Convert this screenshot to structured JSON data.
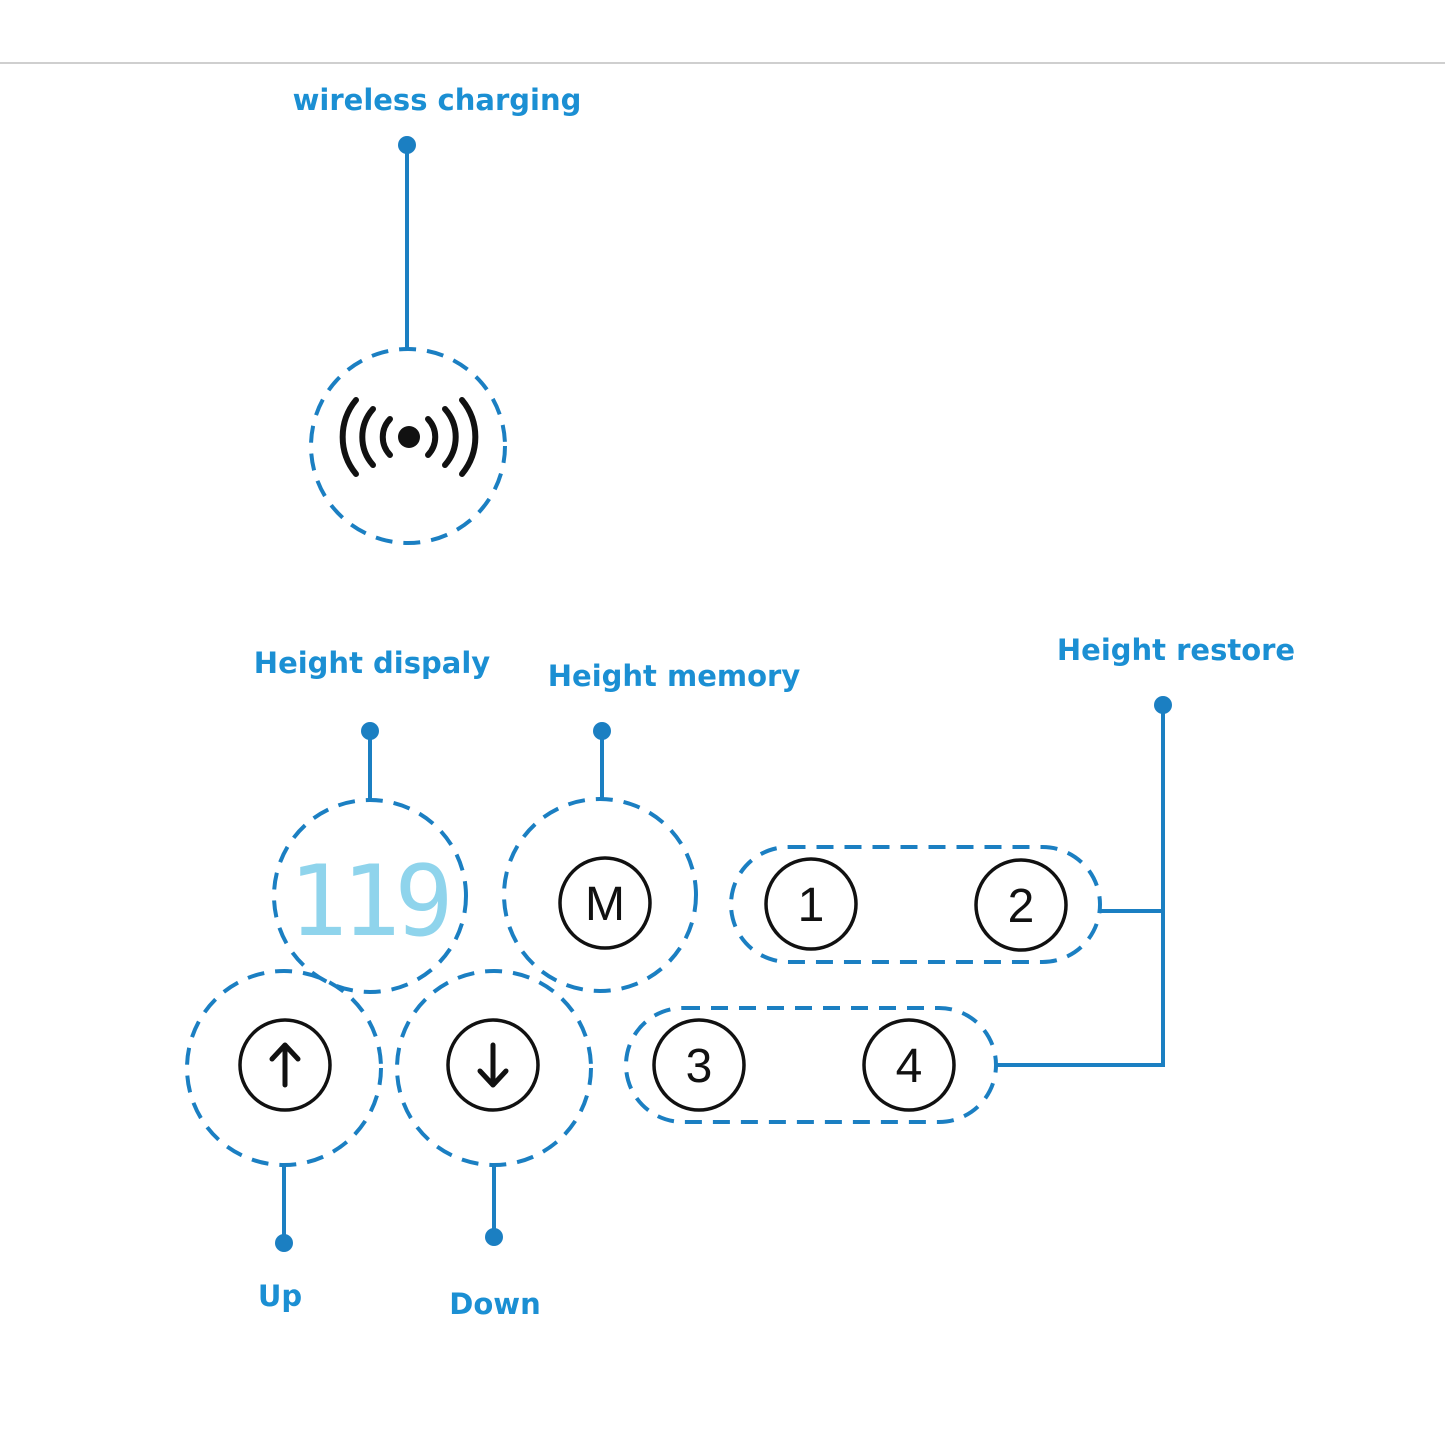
{
  "labels": {
    "wireless_charging": "wireless charging",
    "height_display": "Height dispaly",
    "height_memory": "Height memory",
    "height_restore": "Height restore",
    "up": "Up",
    "down": "Down"
  },
  "display": {
    "value": "119"
  },
  "buttons": {
    "memory": "M",
    "preset_1": "1",
    "preset_2": "2",
    "preset_3": "3",
    "preset_4": "4"
  },
  "icons": {
    "wireless": "wireless-charging-icon",
    "up": "arrow-up-icon",
    "down": "arrow-down-icon"
  },
  "colors": {
    "accent": "#1b8fd3",
    "line": "#1b7fc2",
    "display_digits": "#8fd4ec",
    "button_ink": "#111111"
  }
}
